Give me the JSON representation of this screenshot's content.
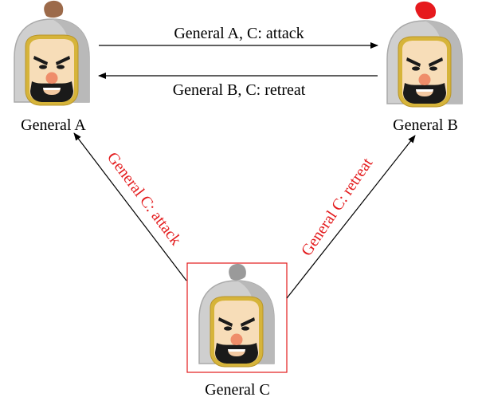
{
  "generals": {
    "a": {
      "name": "General A",
      "plume_color": "#9c6a4a"
    },
    "b": {
      "name": "General B",
      "plume_color": "#e6191d"
    },
    "c": {
      "name": "General C",
      "plume_color": "#9a9a9a"
    }
  },
  "messages": {
    "a_to_b": "General A, C: attack",
    "b_to_a": "General B, C: retreat",
    "c_to_a": "General C: attack",
    "c_to_b": "General C: retreat"
  },
  "colors": {
    "traitor_message": "#e31a1c",
    "highlight_border": "#e31a1c",
    "arrow": "#000000",
    "helmet": "#c9c9c9",
    "helmet_trim": "#c9a227",
    "face": "#f6dcb9",
    "nose": "#ef8d6a",
    "beard": "#1a1a1a"
  }
}
